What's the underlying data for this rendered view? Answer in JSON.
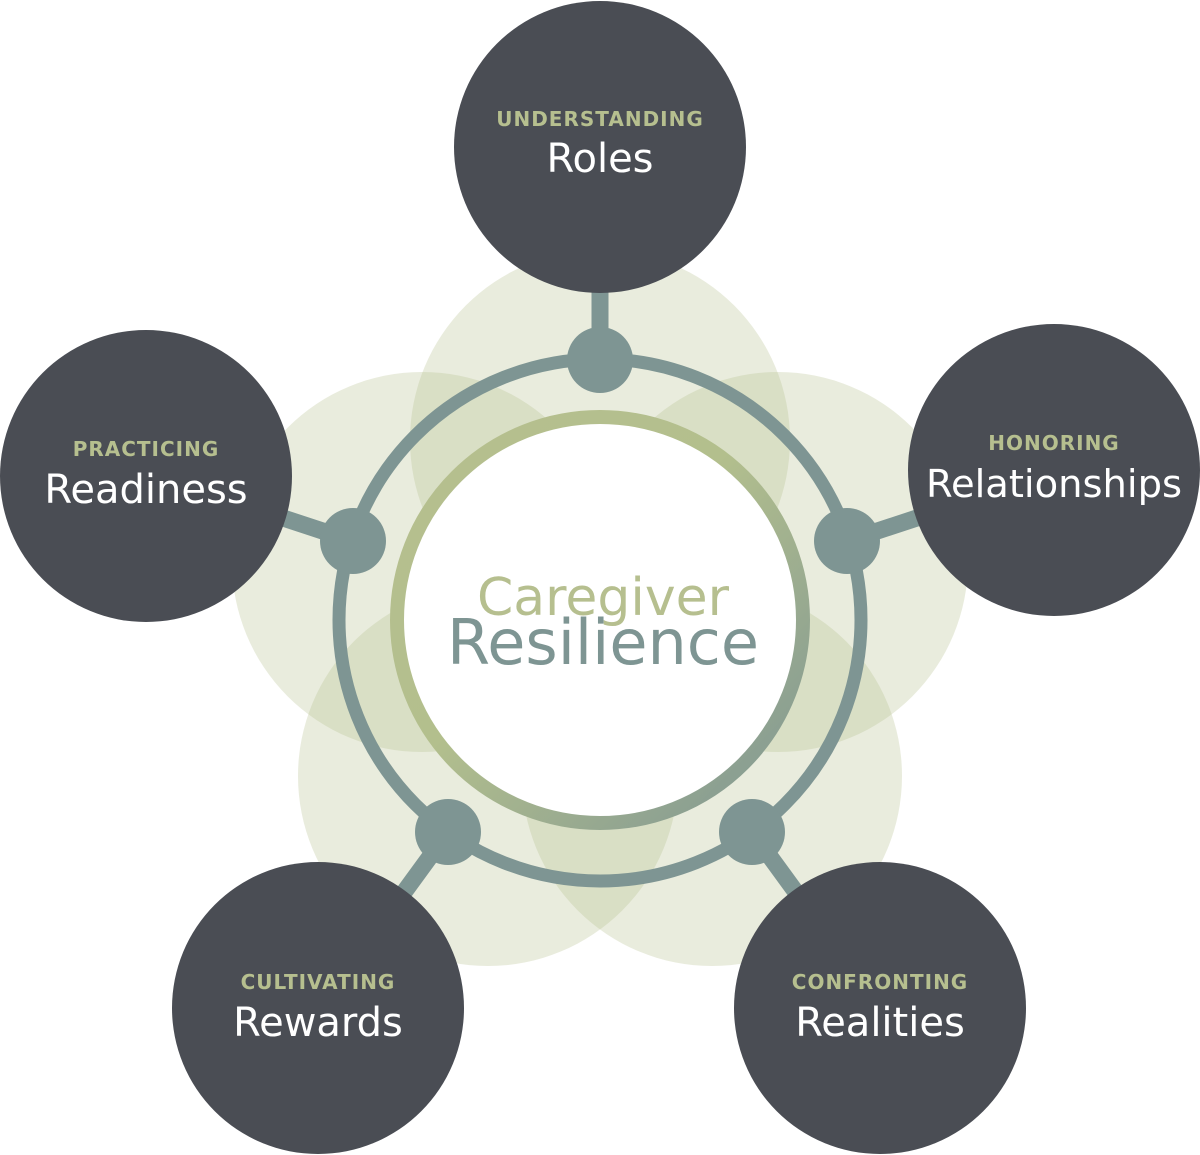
{
  "center": {
    "line1": "Caregiver",
    "line2": "Resilience"
  },
  "nodes": [
    {
      "label": "UNDERSTANDING",
      "name": "Roles"
    },
    {
      "label": "HONORING",
      "name": "Relationships"
    },
    {
      "label": "CONFRONTING",
      "name": "Realities"
    },
    {
      "label": "CULTIVATING",
      "name": "Rewards"
    },
    {
      "label": "PRACTICING",
      "name": "Readiness"
    }
  ],
  "colors": {
    "node_fill": "#4a4d54",
    "label_green": "#b6bf8f",
    "ring_teal": "#7e9593",
    "petal_green": "#e7e9da"
  }
}
